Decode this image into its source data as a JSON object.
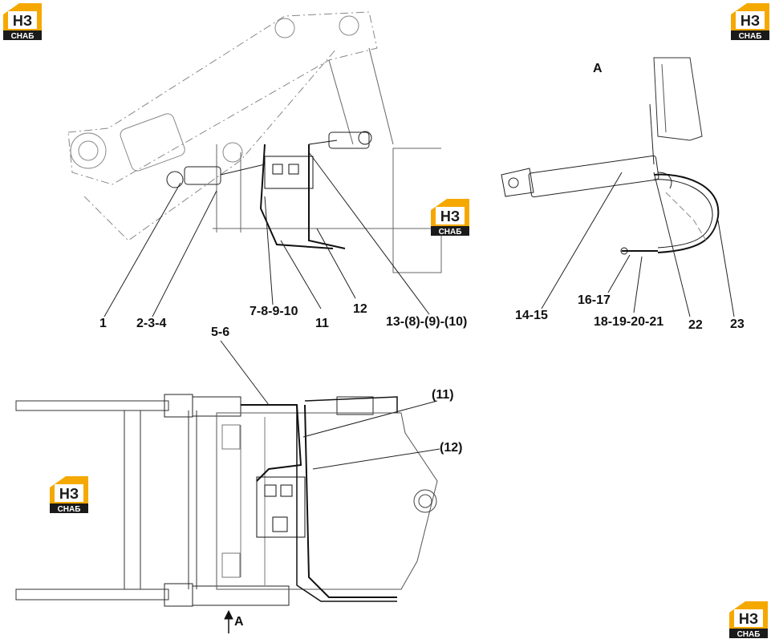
{
  "labels": {
    "l1": "1",
    "l2": "2-3-4",
    "l7": "7-8-9-10",
    "l11": "11",
    "l12": "12",
    "l13": "13-(8)-(9)-(10)",
    "l14": "14-15",
    "l16": "16-17",
    "l18": "18-19-20-21",
    "l22": "22",
    "l23": "23",
    "l56": "5-6",
    "p11": "(11)",
    "p12": "(12)",
    "viewA": "A",
    "arrowA": "A"
  },
  "logo": {
    "top": "НЗ",
    "bottom": "СНАБ",
    "colors": {
      "accent": "#f5a800",
      "dark": "#1a1a1a"
    }
  }
}
